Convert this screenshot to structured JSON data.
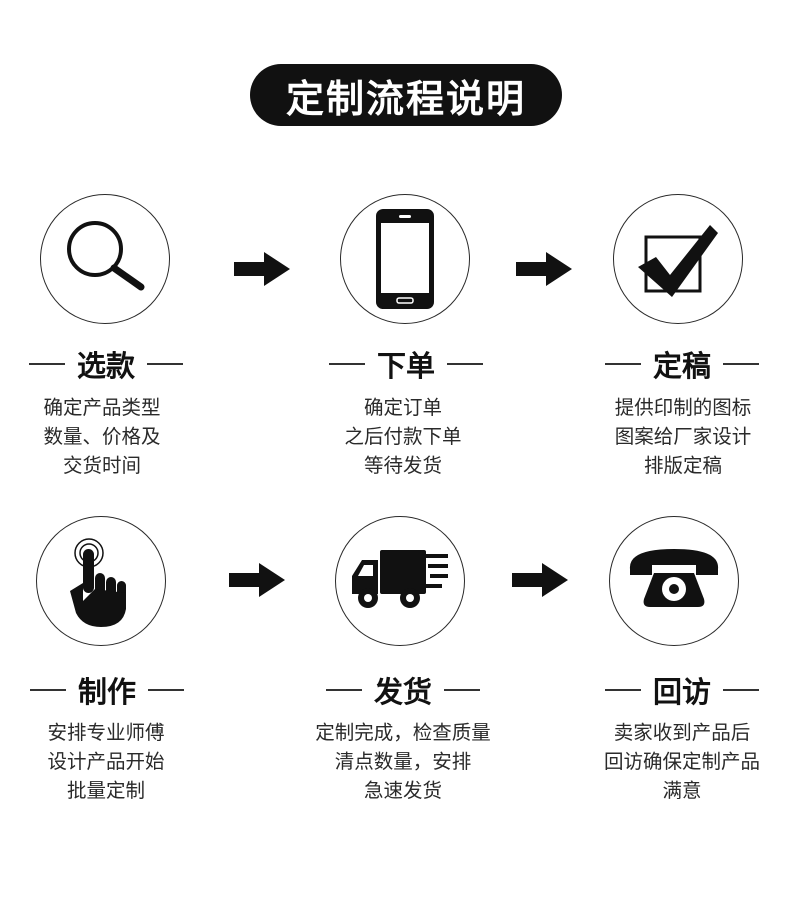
{
  "header": {
    "title": "定制流程说明"
  },
  "steps": [
    {
      "title": "选款",
      "icon": "magnifier-icon",
      "lines": [
        "确定产品类型",
        "数量、价格及",
        "交货时间"
      ]
    },
    {
      "title": "下单",
      "icon": "smartphone-icon",
      "lines": [
        "确定订单",
        "之后付款下单",
        "等待发货"
      ]
    },
    {
      "title": "定稿",
      "icon": "checkbox-check-icon",
      "lines": [
        "提供印制的图标",
        "图案给厂家设计",
        "排版定稿"
      ]
    },
    {
      "title": "制作",
      "icon": "finger-tap-icon",
      "lines": [
        "安排专业师傅",
        "设计产品开始",
        "批量定制"
      ]
    },
    {
      "title": "发货",
      "icon": "delivery-truck-icon",
      "lines": [
        "定制完成，检查质量",
        "清点数量，安排",
        "急速发货"
      ]
    },
    {
      "title": "回访",
      "icon": "telephone-icon",
      "lines": [
        "卖家收到产品后",
        "回访确保定制产品",
        "满意"
      ]
    }
  ],
  "colors": {
    "ink": "#111111",
    "text": "#2a2a2a",
    "background": "#ffffff"
  }
}
